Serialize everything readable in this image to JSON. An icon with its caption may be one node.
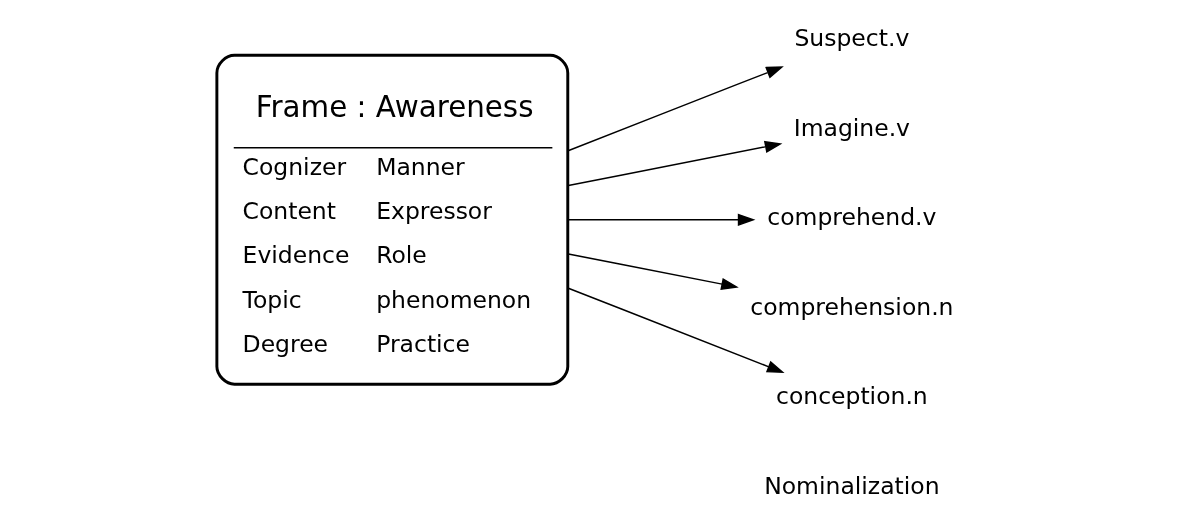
{
  "diagram": {
    "nodes": [
      {
        "text": [
          "Frame : Awareness",
          "Cognizer",
          "Manner",
          "Content",
          "Expressor",
          "Evidence",
          "Role",
          "Topic",
          "phenomenon",
          "Degree",
          "Practice"
        ]
      },
      {
        "text": [
          "Suspect.v"
        ]
      },
      {
        "text": [
          "Imagine.v"
        ]
      },
      {
        "text": [
          "comprehend.v"
        ]
      },
      {
        "text": [
          "comprehension.n"
        ]
      },
      {
        "text": [
          "conception.n"
        ]
      }
    ],
    "edges": [
      {
        "from": 0,
        "to": 1,
        "arrow": "to"
      },
      {
        "from": 0,
        "to": 2,
        "arrow": "to"
      },
      {
        "from": 0,
        "to": 3,
        "arrow": "to"
      },
      {
        "from": 0,
        "to": 4,
        "arrow": "to"
      },
      {
        "from": 0,
        "to": 5,
        "arrow": "to"
      }
    ],
    "labels": [
      "Nominalization"
    ]
  }
}
